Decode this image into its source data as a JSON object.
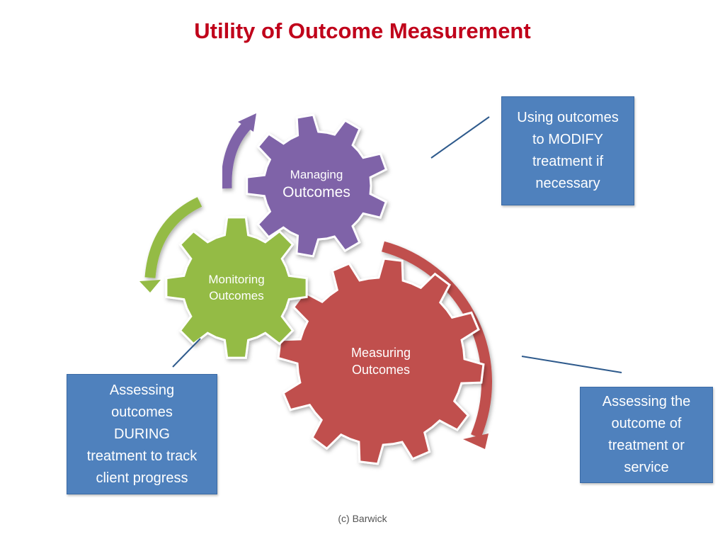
{
  "title": "Utility of Outcome Measurement",
  "gears": {
    "managing": {
      "line1": "Managing",
      "line2": "Outcomes",
      "color": "#7f64a8"
    },
    "monitoring": {
      "line1": "Monitoring",
      "line2": "Outcomes",
      "color": "#94bb45"
    },
    "measuring": {
      "line1": "Measuring",
      "line2": "Outcomes",
      "color": "#c0504d"
    }
  },
  "callouts": {
    "modify": "Using outcomes\nto MODIFY\ntreatment if\nnecessary",
    "during": "Assessing\noutcomes\nDURING\ntreatment to track\nclient progress",
    "outcome": "Assessing the\noutcome of\ntreatment or\nservice"
  },
  "colors": {
    "callout_fill": "#4f81bd",
    "connector": "#2e5a8c",
    "title": "#c0001a"
  },
  "copyright": "(c) Barwick"
}
